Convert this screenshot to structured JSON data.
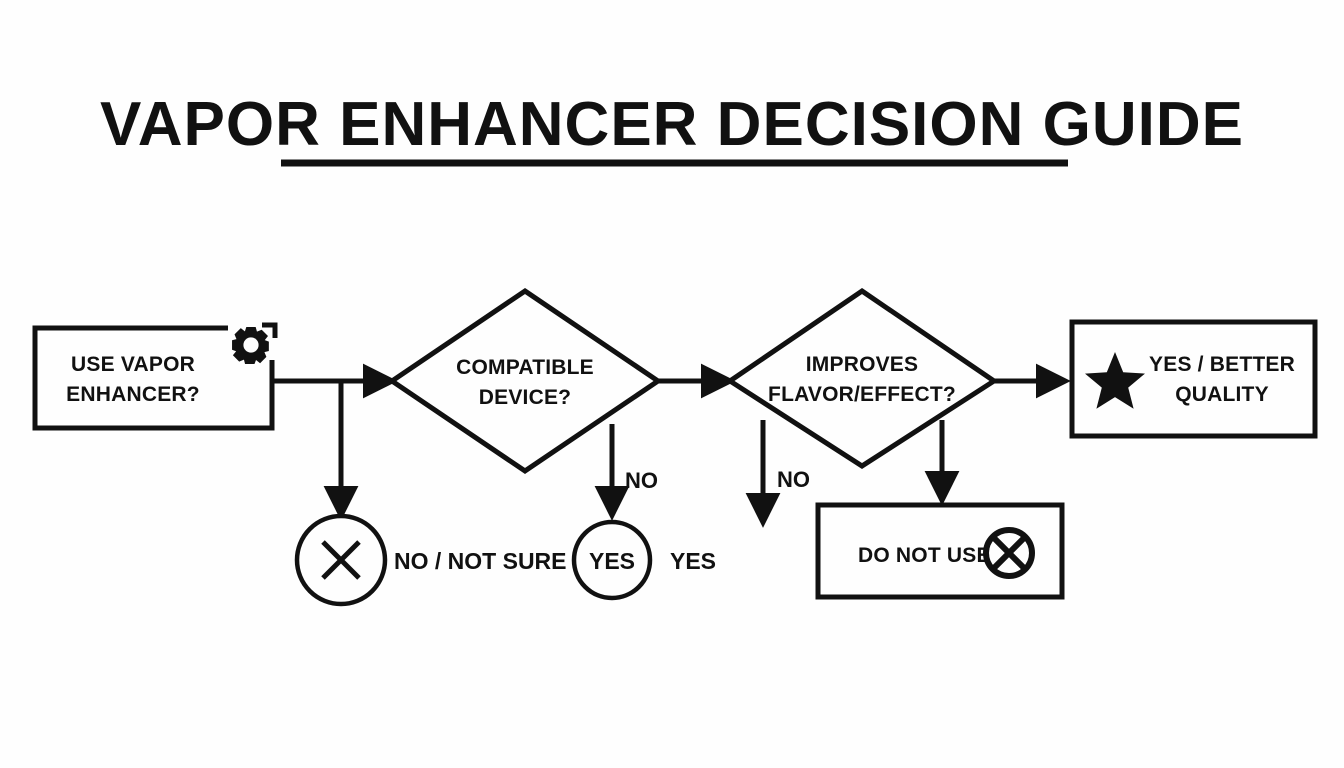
{
  "page": {
    "title": "VAPOR ENHANCER DECISION GUIDE",
    "background_color": "#fefefe",
    "ink_color": "#111111"
  },
  "chart_data": {
    "type": "diagram",
    "title": "VAPOR ENHANCER DECISION GUIDE",
    "diagram_kind": "flowchart",
    "orientation": "left-to-right",
    "nodes": [
      {
        "id": "start",
        "shape": "rectangle",
        "label": "USE VAPOR ENHANCER?",
        "line1": "USE VAPOR",
        "line2": "ENHANCER?",
        "icon": "gear-icon",
        "icon_position": "top-right-corner"
      },
      {
        "id": "compatible",
        "shape": "diamond",
        "label": "COMPATIBLE DEVICE?",
        "line1": "COMPATIBLE",
        "line2": "DEVICE?"
      },
      {
        "id": "improves",
        "shape": "diamond",
        "label": "IMPROVES FLAVOR/EFFECT?",
        "line1": "IMPROVES",
        "line2": "FLAVOR/EFFECT?"
      },
      {
        "id": "better-quality",
        "shape": "rectangle",
        "label": "YES / BETTER QUALITY",
        "line1": "YES / BETTER",
        "line2": "QUALITY",
        "icon": "star-icon",
        "icon_position": "left-inside"
      },
      {
        "id": "do-not-use",
        "shape": "rectangle",
        "label": "DO NOT USE",
        "icon": "circle-x-icon",
        "icon_position": "right-inside"
      },
      {
        "id": "not-sure-circle",
        "shape": "circle",
        "label": "",
        "icon": "x-circle-icon",
        "side_label": "NO / NOT SURE"
      },
      {
        "id": "yes-circle",
        "shape": "circle",
        "label": "YES",
        "side_label": "YES"
      }
    ],
    "edges": [
      {
        "from": "start",
        "to": "compatible",
        "label": "",
        "direction": "right"
      },
      {
        "from": "start",
        "to": "not-sure-circle",
        "label": "",
        "direction": "down"
      },
      {
        "from": "compatible",
        "to": "yes-circle",
        "label": "NO",
        "direction": "down"
      },
      {
        "from": "compatible",
        "to": "improves",
        "label": "",
        "direction": "right"
      },
      {
        "from": "improves",
        "to": "",
        "label": "NO",
        "direction": "down"
      },
      {
        "from": "improves",
        "to": "do-not-use",
        "label": "",
        "direction": "down"
      },
      {
        "from": "improves",
        "to": "better-quality",
        "label": "",
        "direction": "right"
      }
    ],
    "labels": {
      "no_1": "NO",
      "no_2": "NO",
      "not_sure": "NO / NOT SURE",
      "yes_in_circle": "YES",
      "yes_side": "YES"
    }
  }
}
